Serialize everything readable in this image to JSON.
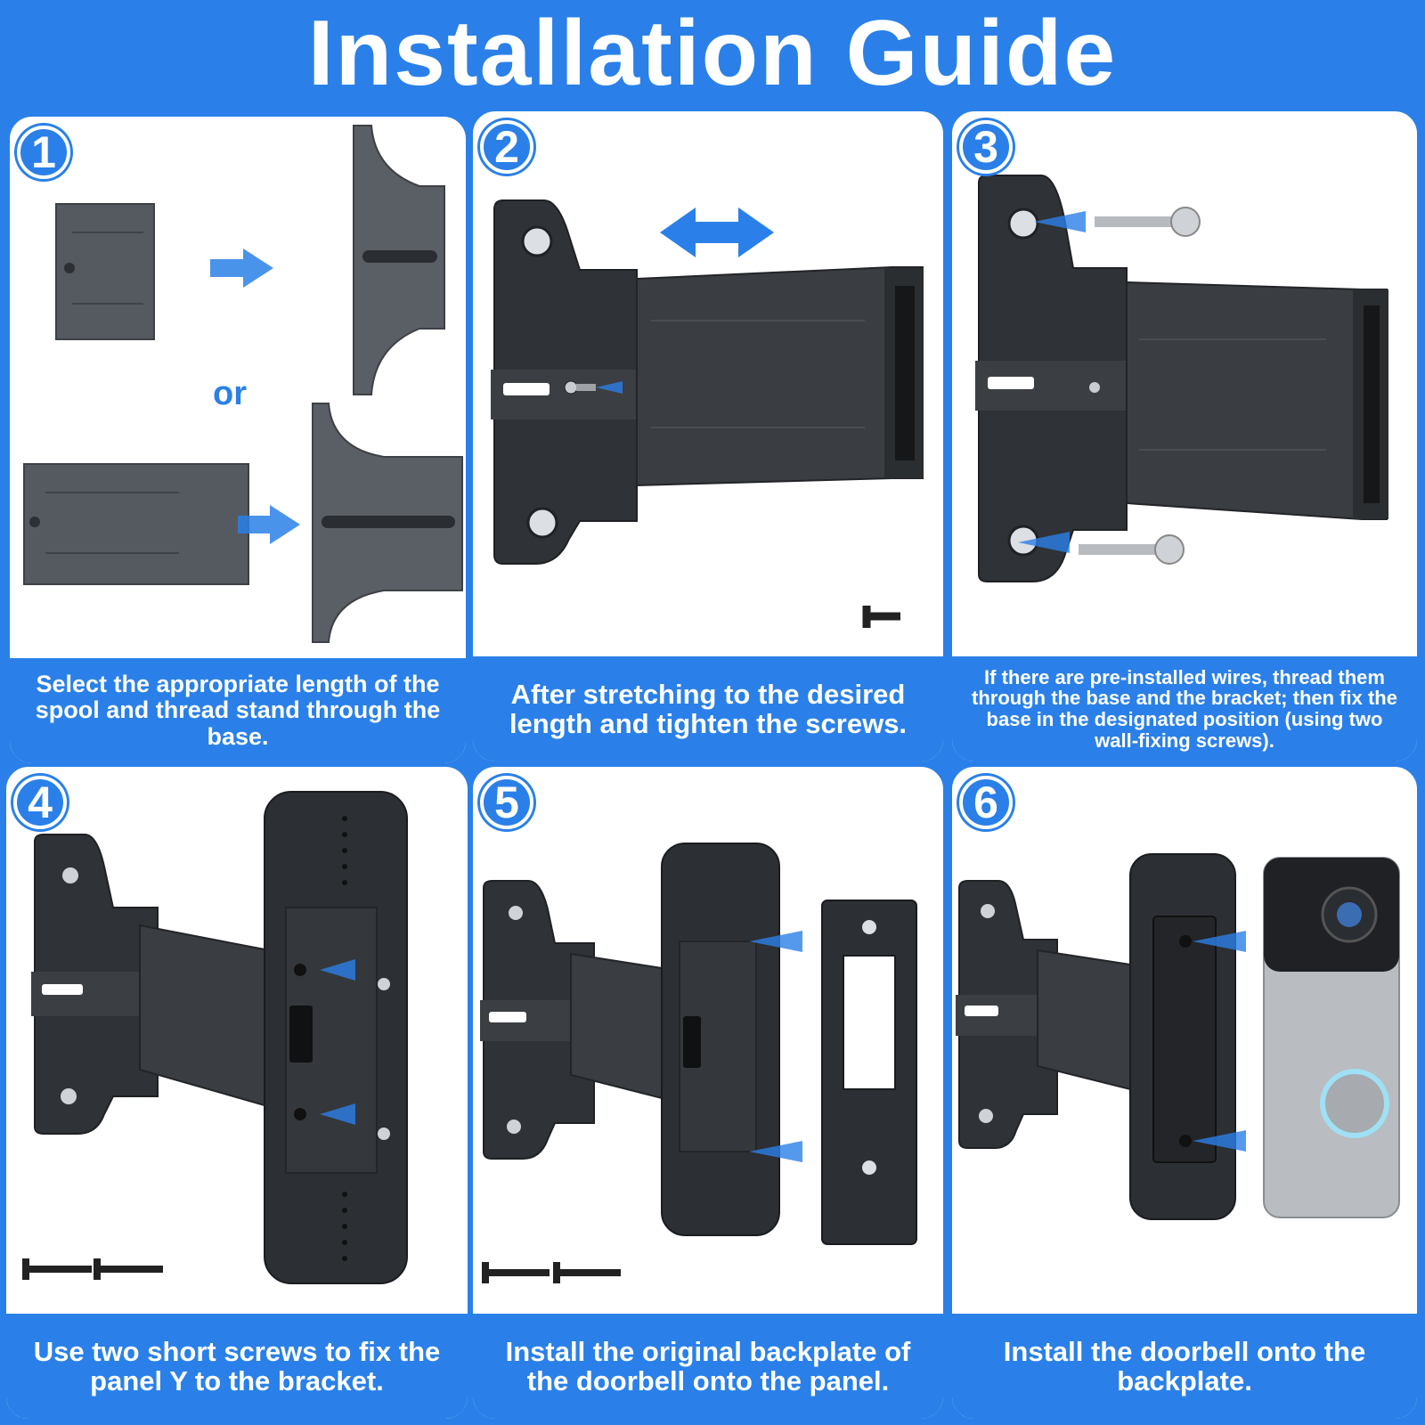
{
  "header": {
    "title": "Installation Guide"
  },
  "accent_color": "#2a80e8",
  "steps": [
    {
      "number": "1",
      "caption": "Select the appropriate length of the spool and thread stand through the base.",
      "or_label": "or"
    },
    {
      "number": "2",
      "caption": "After stretching to the desired length and tighten the screws."
    },
    {
      "number": "3",
      "caption": "If there are pre-installed wires, thread them through the base and the bracket; then fix the base in the designated position (using two wall-fixing screws)."
    },
    {
      "number": "4",
      "caption": "Use two short screws to fix the panel Y to the bracket."
    },
    {
      "number": "5",
      "caption": "Install the original backplate of the doorbell onto the panel."
    },
    {
      "number": "6",
      "caption": "Install the doorbell onto the backplate."
    }
  ]
}
